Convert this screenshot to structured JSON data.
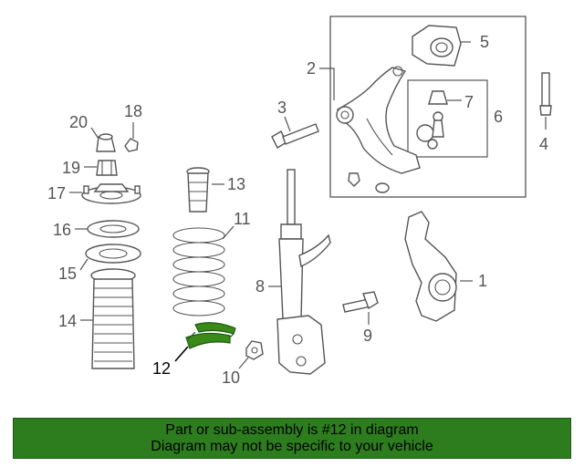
{
  "labels": {
    "p1": "1",
    "p2": "2",
    "p3": "3",
    "p4": "4",
    "p5": "5",
    "p6": "6",
    "p7": "7",
    "p8": "8",
    "p9": "9",
    "p10": "10",
    "p11": "11",
    "p12": "12",
    "p13": "13",
    "p14": "14",
    "p15": "15",
    "p16": "16",
    "p17": "17",
    "p18": "18",
    "p19": "19",
    "p20": "20"
  },
  "highlight": {
    "part": "12",
    "color": "#3a8a1a"
  },
  "banner": {
    "line1": "Part or sub-assembly is #12 in diagram",
    "line2": "Diagram may not be specific to your vehicle",
    "color": "#2d7d1e"
  }
}
